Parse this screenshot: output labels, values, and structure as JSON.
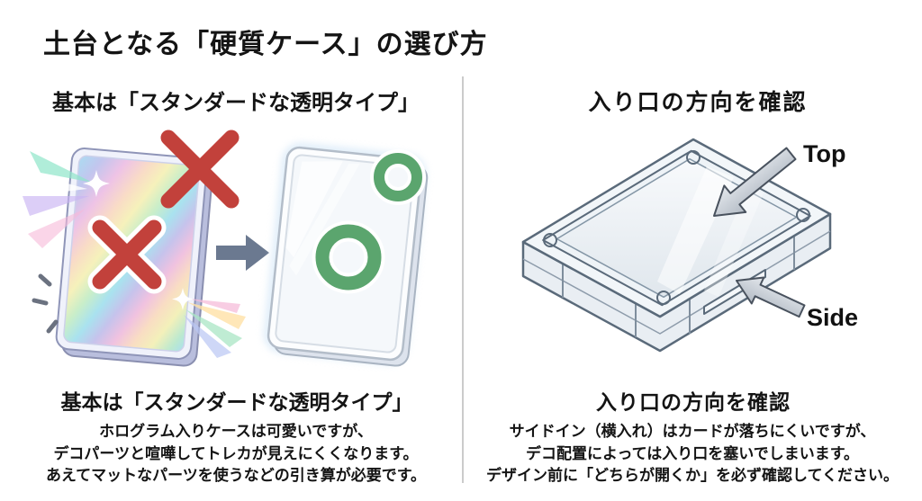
{
  "title": "土台となる「硬質ケース」の選び方",
  "left_panel": {
    "subtitle": "基本は「スタンダードな透明タイプ」",
    "heading": "基本は「スタンダードな透明タイプ」",
    "lines": [
      "ホログラム入りケースは可愛いですが、",
      "デコパーツと喧嘩してトレカが見えにくくなります。",
      "あえてマットなパーツを使うなどの引き算が必要です。"
    ],
    "icons": [
      "holographic-case",
      "cross-icon",
      "cross-icon",
      "arrow-right-icon",
      "clear-case",
      "ok-ring-icon",
      "ok-ring-icon",
      "sparkle-icon",
      "emphasis-dashes"
    ]
  },
  "right_panel": {
    "subtitle": "入り口の方向を確認",
    "heading": "入り口の方向を確認",
    "lines": [
      "サイドイン（横入れ）はカードが落ちにくいですが、",
      "デコ配置によっては入り口を塞いでしまいます。",
      "デザイン前に「どちらが開くか」を必ず確認してください。"
    ],
    "labels": {
      "top": "Top",
      "side": "Side"
    },
    "icons": [
      "case-isometric",
      "top-arrow-icon",
      "side-arrow-icon"
    ]
  },
  "colors": {
    "cross": "#c2413b",
    "ok_ring": "#5ba56e",
    "transition_arrow": "#6b7990",
    "case_outline": "#5a6a7a",
    "divider": "#cbcbcb",
    "text": "#141414"
  }
}
